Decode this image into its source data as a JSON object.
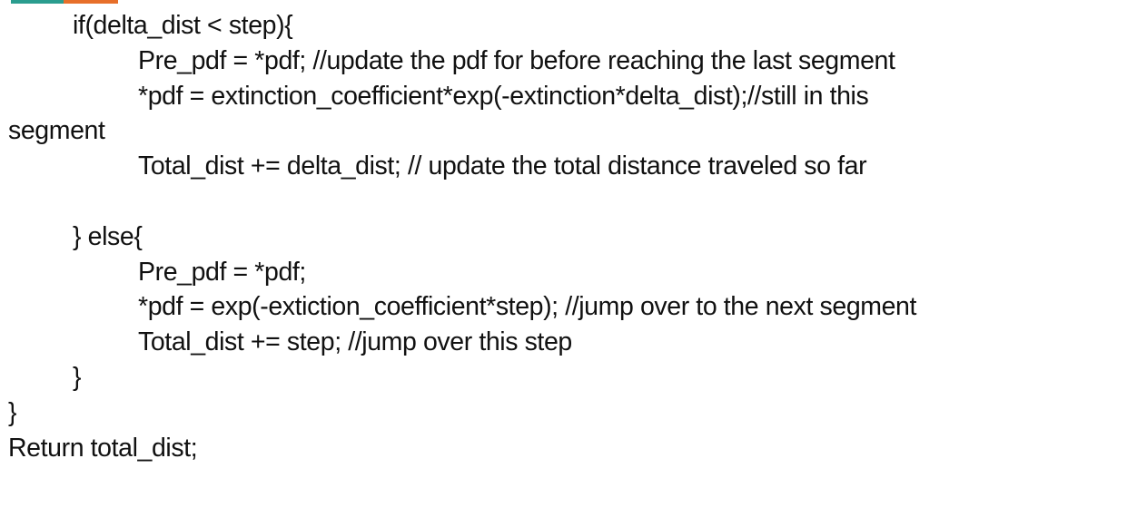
{
  "accent": {
    "teal": "#2a9d8f",
    "orange": "#e76f2a"
  },
  "lines": [
    "if(delta_dist < step){",
    "Pre_pdf = *pdf; //update the pdf for before reaching the last segment",
    "*pdf = extinction_coefficient*exp(-extinction*delta_dist);//still in this",
    "segment",
    "Total_dist += delta_dist; // update the total distance traveled so far",
    "",
    "} else{",
    "Pre_pdf = *pdf;",
    "*pdf = exp(-extiction_coefficient*step); //jump over to the next segment",
    "Total_dist += step; //jump over this step",
    "}",
    "}",
    "Return total_dist;"
  ]
}
